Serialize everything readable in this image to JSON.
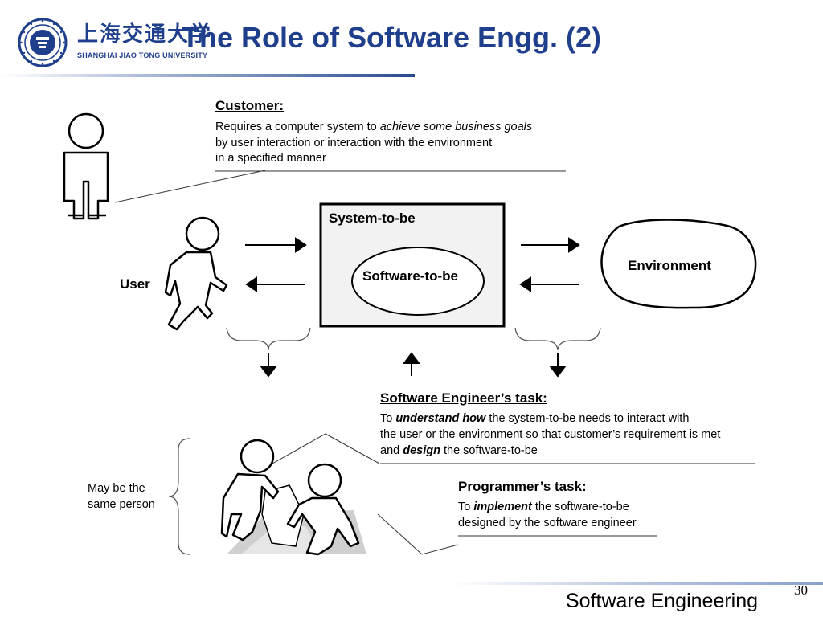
{
  "header": {
    "title": "The Role of Software Engg. (2)",
    "university_name": "SHANGHAI JIAO TONG UNIVERSITY",
    "university_name_cn": "上海交通大学",
    "brand_color": "#1f3f8c"
  },
  "customer": {
    "heading": "Customer:",
    "line1_prefix": "Requires a computer system to ",
    "line1_emph": "achieve some business goals",
    "line2": "by user interaction or interaction with the environment",
    "line3": "in a specified manner"
  },
  "diagram": {
    "user_label": "User",
    "system_label": "System-to-be",
    "software_label": "Software-to-be",
    "environment_label": "Environment"
  },
  "engineer": {
    "heading": "Software Engineer’s task:",
    "line1_prefix": "To ",
    "line1_emph": "understand how",
    "line1_suffix": " the system-to-be needs to interact with",
    "line2": "the user or the environment so that customer’s requirement is met",
    "line3_prefix": "and ",
    "line3_emph": "design",
    "line3_suffix": " the software-to-be"
  },
  "programmer": {
    "heading": "Programmer’s task:",
    "line1_prefix": "To ",
    "line1_emph": "implement",
    "line1_suffix": " the software-to-be",
    "line2": "designed by the software engineer"
  },
  "side_note": {
    "line1": "May be the",
    "line2": "same person"
  },
  "footer": {
    "course": "Software Engineering",
    "page_number": "30"
  },
  "icons": [
    "university-seal-icon",
    "customer-figure-icon",
    "user-figure-icon",
    "programmers-figure-icon",
    "arrow-right-icon",
    "arrow-left-icon",
    "arrow-down-icon",
    "arrow-up-icon"
  ]
}
